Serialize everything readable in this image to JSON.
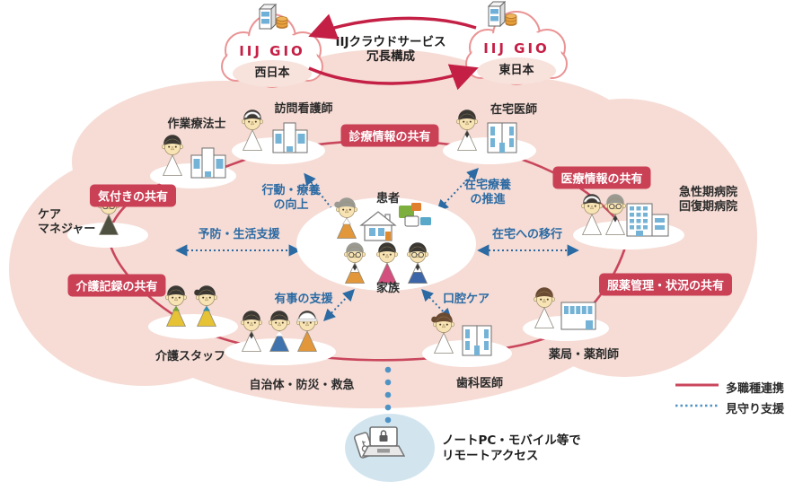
{
  "colors": {
    "blob_pink": "#f6dcd5",
    "brand_red": "#c51f45",
    "link_red": "#c9465c",
    "badge_red": "#ca4156",
    "support_blue": "#2b6aa3",
    "dot_blue": "#4f93c5",
    "remote_circle_blue": "#d2e5ef"
  },
  "cloud_service": {
    "caption_line1": "IIJクラウドサービス",
    "caption_line2": "冗長構成",
    "west": {
      "logo": "IIJ GIO",
      "region": "西日本"
    },
    "east": {
      "logo": "IIJ GIO",
      "region": "東日本"
    }
  },
  "center": {
    "patient_label": "患者",
    "family_label": "家族"
  },
  "roles": {
    "occupational_therapist": "作業療法士",
    "visiting_nurse": "訪問看護師",
    "home_doctor": "在宅医師",
    "hospital_line1": "急性期病院",
    "hospital_line2": "回復期病院",
    "pharmacy_pharmacist": "薬局・薬剤師",
    "dentist": "歯科医師",
    "municipality_disaster_emergency": "自治体・防災・救急",
    "care_staff": "介護スタッフ",
    "care_manager_line1": "ケア",
    "care_manager_line2": "マネジャー"
  },
  "sharing_labels": {
    "clinical_info": "診療情報の共有",
    "medical_info": "医療情報の共有",
    "medication_status": "服薬管理・状況の共有",
    "awareness": "気付きの共有",
    "care_records": "介護記録の共有"
  },
  "support_labels": {
    "behavior_line1": "行動・療養",
    "behavior_line2": "の向上",
    "homecare_line1": "在宅療養",
    "homecare_line2": "の推進",
    "prevention_life_support": "予防・生活支援",
    "transition_to_home": "在宅への移行",
    "emergency_support": "有事の支援",
    "oral_care": "口腔ケア"
  },
  "remote_access": {
    "line1": "ノートPC・モバイル等で",
    "line2": "リモートアクセス"
  },
  "legend": {
    "multidisciplinary": "多職種連携",
    "monitoring": "見守り支援"
  }
}
